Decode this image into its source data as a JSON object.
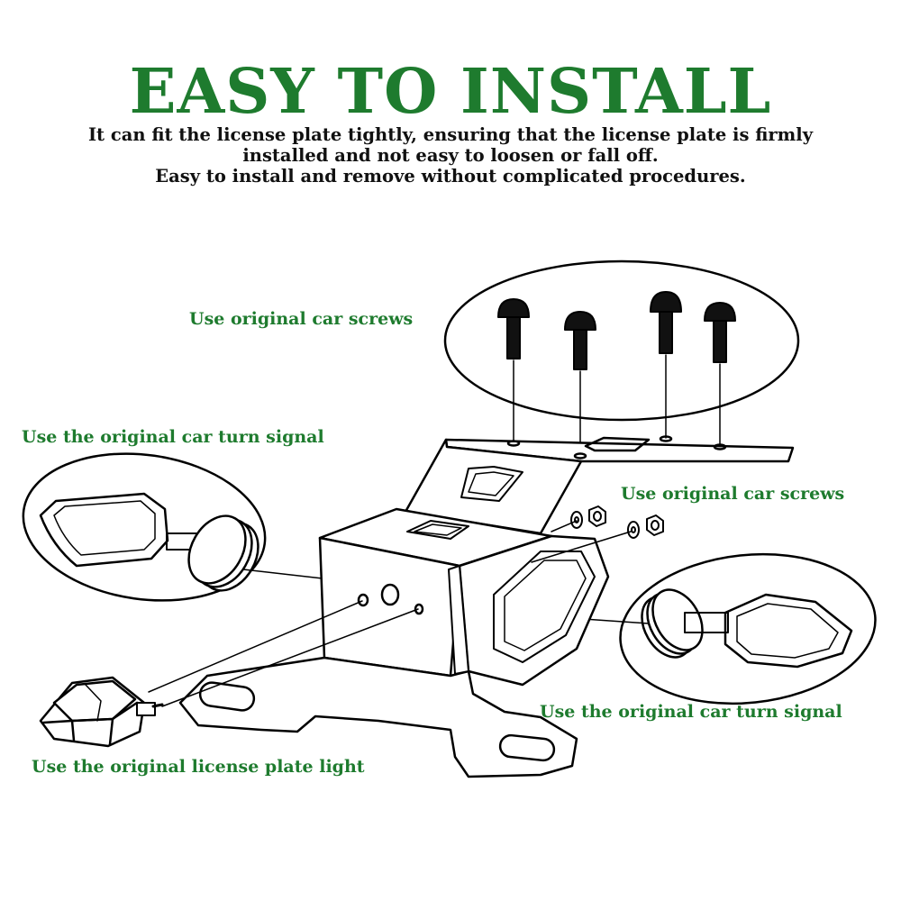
{
  "header": {
    "title": "EASY TO INSTALL",
    "lines": [
      "It can fit the license plate tightly, ensuring that the license plate is firmly",
      "installed and not easy to loosen or fall off.",
      "Easy to install and remove without complicated procedures."
    ]
  },
  "callouts": {
    "screws_top": "Use original car screws",
    "turn_signal_left": "Use the original car turn signal",
    "screws_side": "Use original car screws",
    "turn_signal_right": "Use the original car turn signal",
    "license_light": "Use the original license plate light"
  },
  "colors": {
    "accent": "#1e7b2e",
    "text": "#111111",
    "line": "#000000"
  }
}
